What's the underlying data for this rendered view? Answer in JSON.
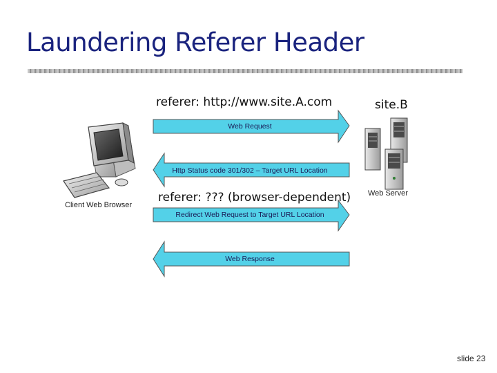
{
  "slide": {
    "title": "Laundering Referer Header",
    "slide_number": "slide 23"
  },
  "labels": {
    "referer_top": "referer: http://www.site.A.com",
    "site_b": "site.B",
    "referer_bottom": "referer: ??? (browser-dependent)",
    "client": "Client Web Browser",
    "server": "Web Server"
  },
  "arrows": [
    {
      "text": "Web Request",
      "direction": "right"
    },
    {
      "text": "Http Status code 301/302 – Target URL Location",
      "direction": "left"
    },
    {
      "text": "Redirect Web Request to Target URL Location",
      "direction": "right"
    },
    {
      "text": "Web Response",
      "direction": "left"
    }
  ],
  "icons": {
    "client": "desktop-computer-icon",
    "server": "server-tower-icon"
  },
  "colors": {
    "title": "#1a237e",
    "arrow_fill": "#53d1e8",
    "arrow_stroke": "#555555"
  }
}
